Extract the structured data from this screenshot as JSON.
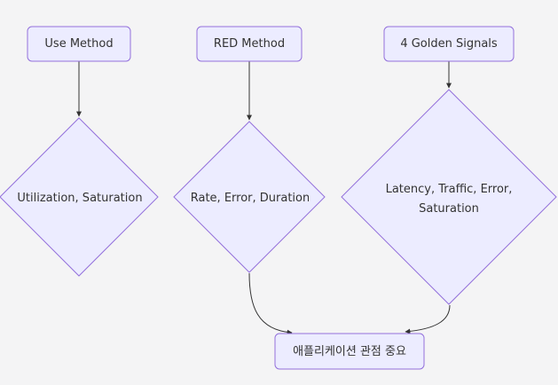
{
  "nodes": {
    "use_method": "Use Method",
    "red_method": "RED Method",
    "golden_signals": "4 Golden Signals",
    "use_detail": "Utilization, Saturation",
    "red_detail": "Rate, Error, Duration",
    "golden_detail_line1": "Latency, Traffic, Error,",
    "golden_detail_line2": "Saturation",
    "conclusion": "애플리케이션 관점 중요"
  },
  "colors": {
    "background": "#f4f4f5",
    "node_fill": "#ececff",
    "node_stroke": "#9370db",
    "edge": "#333333",
    "text": "#333333"
  }
}
